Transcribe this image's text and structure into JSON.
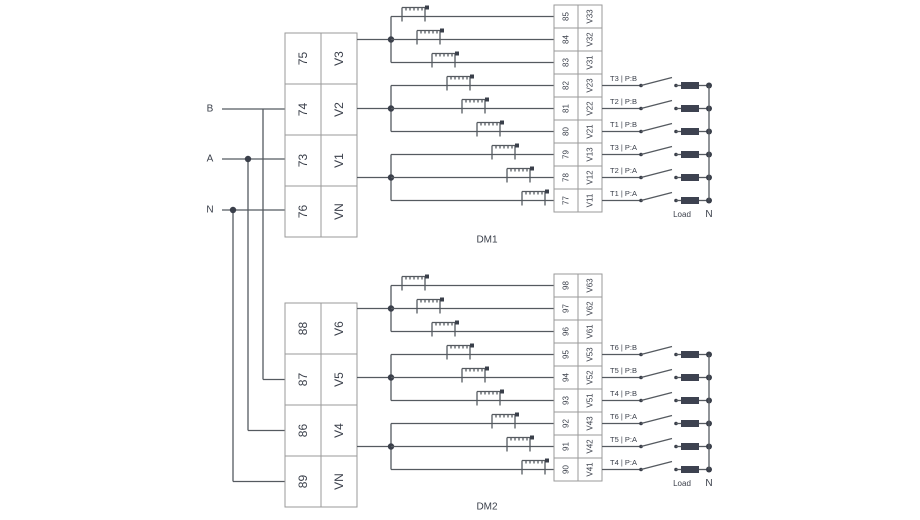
{
  "inputs": [
    {
      "label": "B"
    },
    {
      "label": "A"
    },
    {
      "label": "N"
    }
  ],
  "modules": [
    {
      "name": "DM1",
      "main_terminals": [
        {
          "number": "75",
          "label": "V3"
        },
        {
          "number": "74",
          "label": "V2"
        },
        {
          "number": "73",
          "label": "V1"
        },
        {
          "number": "76",
          "label": "VN"
        }
      ],
      "output_terminals": [
        {
          "number": "85",
          "label": "V33"
        },
        {
          "number": "84",
          "label": "V32"
        },
        {
          "number": "83",
          "label": "V31"
        },
        {
          "number": "82",
          "label": "V23"
        },
        {
          "number": "81",
          "label": "V22"
        },
        {
          "number": "80",
          "label": "V21"
        },
        {
          "number": "79",
          "label": "V13"
        },
        {
          "number": "78",
          "label": "V12"
        },
        {
          "number": "77",
          "label": "V11"
        }
      ],
      "switch_labels": [
        "T3 | P:B",
        "T2 | P:B",
        "T1 | P:B",
        "T3 | P:A",
        "T2 | P:A",
        "T1 | P:A"
      ],
      "load_label": "Load",
      "neutral_label": "N"
    },
    {
      "name": "DM2",
      "main_terminals": [
        {
          "number": "88",
          "label": "V6"
        },
        {
          "number": "87",
          "label": "V5"
        },
        {
          "number": "86",
          "label": "V4"
        },
        {
          "number": "89",
          "label": "VN"
        }
      ],
      "output_terminals": [
        {
          "number": "98",
          "label": "V63"
        },
        {
          "number": "97",
          "label": "V62"
        },
        {
          "number": "96",
          "label": "V61"
        },
        {
          "number": "95",
          "label": "V53"
        },
        {
          "number": "94",
          "label": "V52"
        },
        {
          "number": "93",
          "label": "V51"
        },
        {
          "number": "92",
          "label": "V43"
        },
        {
          "number": "91",
          "label": "V42"
        },
        {
          "number": "90",
          "label": "V41"
        }
      ],
      "switch_labels": [
        "T6 | P:B",
        "T5 | P:B",
        "T4 | P:B",
        "T6 | P:A",
        "T5 | P:A",
        "T4 | P:A"
      ],
      "load_label": "Load",
      "neutral_label": "N"
    }
  ]
}
